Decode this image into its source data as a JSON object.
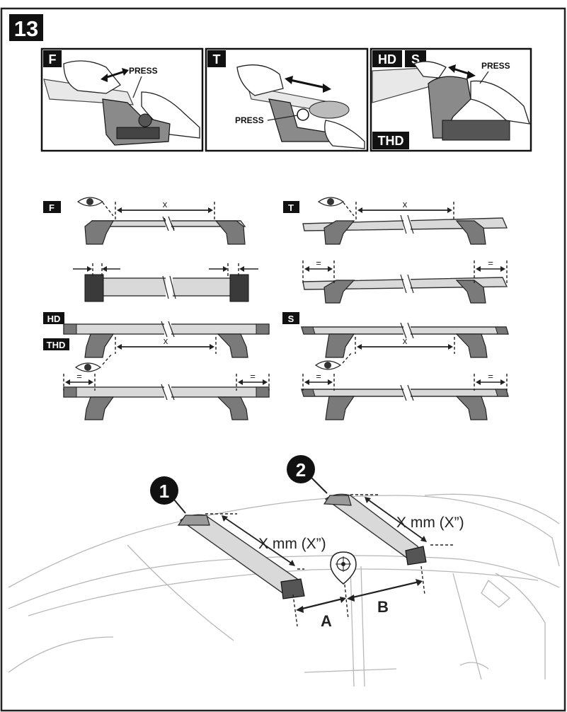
{
  "step_number": "13",
  "panels": [
    {
      "label": "F",
      "press_label": "PRESS"
    },
    {
      "label": "T",
      "press_label": "PRESS"
    },
    {
      "label_1": "HD",
      "label_2": "S",
      "label_3": "THD",
      "press_label": "PRESS"
    }
  ],
  "sections": {
    "f": {
      "label": "F",
      "dimension": "x",
      "equal": "="
    },
    "t": {
      "label": "T",
      "dimension": "x",
      "equal": "="
    },
    "hd": {
      "label_1": "HD",
      "label_2": "THD",
      "dimension": "x",
      "equal": "="
    },
    "s": {
      "label": "S",
      "dimension": "x",
      "equal": "="
    }
  },
  "car": {
    "bar_1_marker": "1",
    "bar_2_marker": "2",
    "measure_1": "X mm (X”)",
    "measure_2": "X mm (X”)",
    "distance_a": "A",
    "distance_b": "B"
  }
}
